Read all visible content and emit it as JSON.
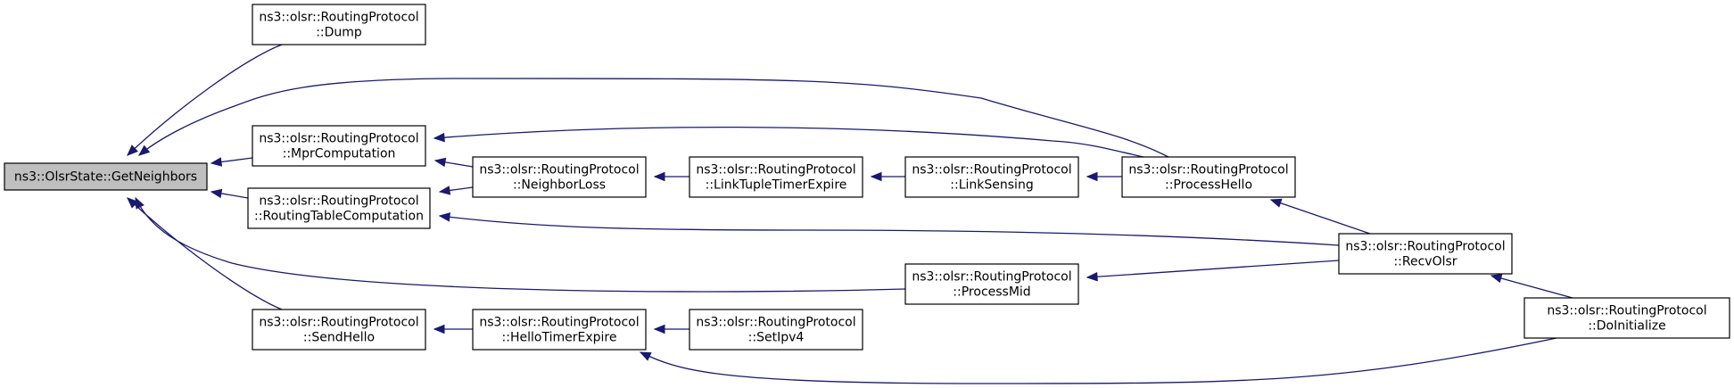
{
  "colors": {
    "edge": "#191970",
    "node_fill": "#ffffff",
    "root_fill": "#bfbfbf",
    "node_border": "#000000"
  },
  "nodes": [
    {
      "id": "getneighbors",
      "lines": [
        "ns3::OlsrState::GetNeighbors"
      ],
      "root": true
    },
    {
      "id": "dump",
      "lines": [
        "ns3::olsr::RoutingProtocol",
        "::Dump"
      ]
    },
    {
      "id": "mprcomputation",
      "lines": [
        "ns3::olsr::RoutingProtocol",
        "::MprComputation"
      ]
    },
    {
      "id": "routingtablecomputation",
      "lines": [
        "ns3::olsr::RoutingProtocol",
        "::RoutingTableComputation"
      ]
    },
    {
      "id": "sendhello",
      "lines": [
        "ns3::olsr::RoutingProtocol",
        "::SendHello"
      ]
    },
    {
      "id": "neighborloss",
      "lines": [
        "ns3::olsr::RoutingProtocol",
        "::NeighborLoss"
      ]
    },
    {
      "id": "hellotimerexpire",
      "lines": [
        "ns3::olsr::RoutingProtocol",
        "::HelloTimerExpire"
      ]
    },
    {
      "id": "linktupletimerexpire",
      "lines": [
        "ns3::olsr::RoutingProtocol",
        "::LinkTupleTimerExpire"
      ]
    },
    {
      "id": "setipv4",
      "lines": [
        "ns3::olsr::RoutingProtocol",
        "::SetIpv4"
      ]
    },
    {
      "id": "linksensing",
      "lines": [
        "ns3::olsr::RoutingProtocol",
        "::LinkSensing"
      ]
    },
    {
      "id": "processmid",
      "lines": [
        "ns3::olsr::RoutingProtocol",
        "::ProcessMid"
      ]
    },
    {
      "id": "processhello",
      "lines": [
        "ns3::olsr::RoutingProtocol",
        "::ProcessHello"
      ]
    },
    {
      "id": "recvolsr",
      "lines": [
        "ns3::olsr::RoutingProtocol",
        "::RecvOlsr"
      ]
    },
    {
      "id": "doinitialize",
      "lines": [
        "ns3::olsr::RoutingProtocol",
        "::DoInitialize"
      ]
    }
  ],
  "edges": [
    {
      "from": "dump",
      "to": "getneighbors"
    },
    {
      "from": "processhello",
      "to": "getneighbors"
    },
    {
      "from": "mprcomputation",
      "to": "getneighbors"
    },
    {
      "from": "routingtablecomputation",
      "to": "getneighbors"
    },
    {
      "from": "processmid",
      "to": "getneighbors"
    },
    {
      "from": "sendhello",
      "to": "getneighbors"
    },
    {
      "from": "processhello",
      "to": "mprcomputation"
    },
    {
      "from": "neighborloss",
      "to": "mprcomputation"
    },
    {
      "from": "neighborloss",
      "to": "routingtablecomputation"
    },
    {
      "from": "recvolsr",
      "to": "routingtablecomputation"
    },
    {
      "from": "hellotimerexpire",
      "to": "sendhello"
    },
    {
      "from": "linktupletimerexpire",
      "to": "neighborloss"
    },
    {
      "from": "setipv4",
      "to": "hellotimerexpire"
    },
    {
      "from": "doinitialize",
      "to": "hellotimerexpire"
    },
    {
      "from": "linksensing",
      "to": "linktupletimerexpire"
    },
    {
      "from": "processhello",
      "to": "linksensing"
    },
    {
      "from": "recvolsr",
      "to": "processmid"
    },
    {
      "from": "recvolsr",
      "to": "processhello"
    },
    {
      "from": "doinitialize",
      "to": "recvolsr"
    }
  ]
}
